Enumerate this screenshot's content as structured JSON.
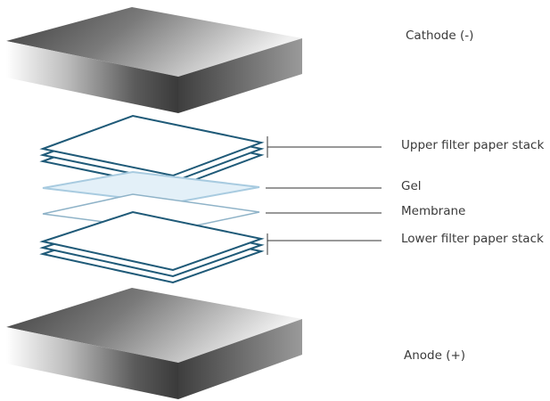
{
  "labels": {
    "cathode": "Cathode (-)",
    "upper_filter": "Upper filter paper stack",
    "gel": "Gel",
    "membrane": "Membrane",
    "lower_filter": "Lower filter paper stack",
    "anode": "Anode (+)"
  },
  "colors": {
    "sheet_stroke": "#1f5a78",
    "gel_stroke": "#a8cbe0",
    "gel_fill": "#e3f0f8",
    "membrane_stroke": "#8fb3c8",
    "leader_line": "#333333",
    "electrode_dark": "#4a4a4a",
    "electrode_light": "#ffffff"
  }
}
